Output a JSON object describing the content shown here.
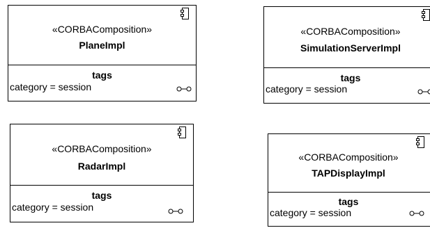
{
  "diagram": {
    "components": [
      {
        "stereotype": "«CORBAComposition»",
        "name": "PlaneImpl",
        "tags_title": "tags",
        "tag": "category = session",
        "icon": "uml-component-icon",
        "expand_icon": "expand-icon"
      },
      {
        "stereotype": "«CORBAComposition»",
        "name": "SimulationServerImpl",
        "tags_title": "tags",
        "tag": "category = session",
        "icon": "uml-component-icon",
        "expand_icon": "expand-icon"
      },
      {
        "stereotype": "«CORBAComposition»",
        "name": "RadarImpl",
        "tags_title": "tags",
        "tag": "category = session",
        "icon": "uml-component-icon",
        "expand_icon": "expand-icon"
      },
      {
        "stereotype": "«CORBAComposition»",
        "name": "TAPDisplayImpl",
        "tags_title": "tags",
        "tag": "category = session",
        "icon": "uml-component-icon",
        "expand_icon": "expand-icon"
      }
    ]
  }
}
